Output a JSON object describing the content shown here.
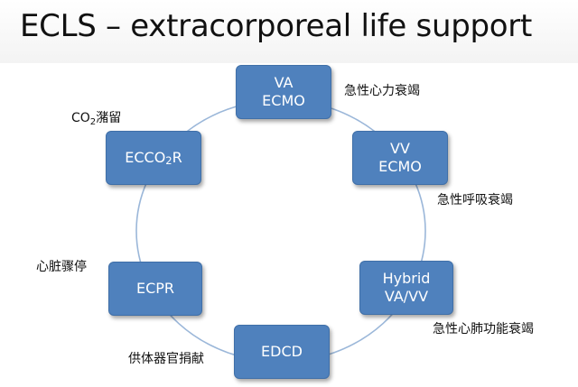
{
  "title": "ECLS – extracorporeal life support",
  "colors": {
    "node_fill": "#4f81bd",
    "node_border": "#3f6fa8",
    "ring": "#9bb7d9",
    "text_dark": "#111111"
  },
  "nodes": {
    "va_ecmo": {
      "line1": "VA",
      "line2": "ECMO"
    },
    "vv_ecmo": {
      "line1": "VV",
      "line2": "ECMO"
    },
    "hybrid": {
      "line1": "Hybrid",
      "line2": "VA/VV"
    },
    "edcd": {
      "label": "EDCD"
    },
    "ecpr": {
      "label": "ECPR"
    },
    "ecco2r": {
      "pre": "ECCO",
      "sub": "2",
      "post": "R"
    }
  },
  "notes": {
    "va_ecmo": "急性心力衰竭",
    "vv_ecmo": "急性呼吸衰竭",
    "hybrid": "急性心肺功能衰竭",
    "edcd": "供体器官捐献",
    "ecpr": "心脏骤停",
    "ecco2r": {
      "pre": "CO",
      "sub": "2",
      "post": "潴留"
    }
  }
}
